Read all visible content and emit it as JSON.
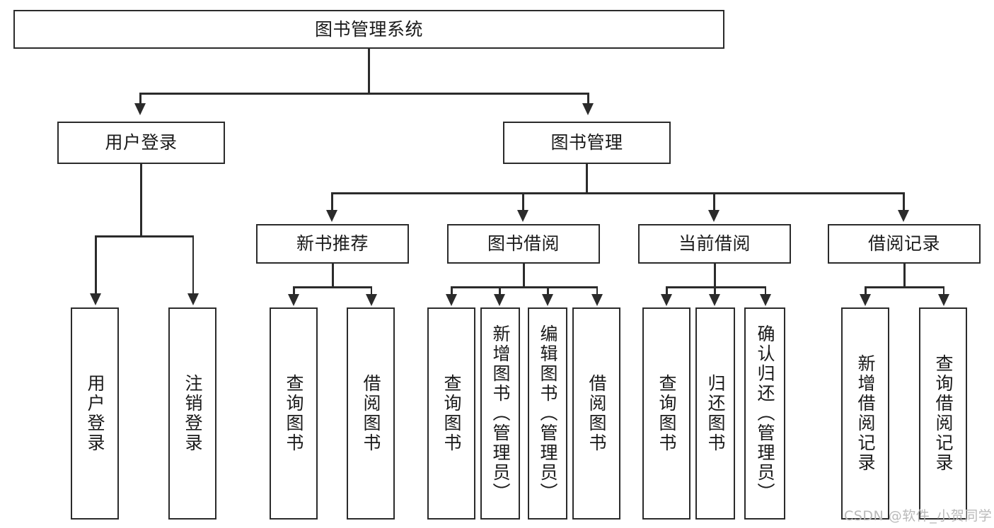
{
  "diagram": {
    "type": "tree-hierarchy-chart",
    "title": "图书管理系统",
    "root": {
      "label": "图书管理系统"
    },
    "level1": [
      {
        "id": "user-login",
        "label": "用户登录"
      },
      {
        "id": "book-management",
        "label": "图书管理"
      }
    ],
    "level2": [
      {
        "id": "new-book-recommend",
        "label": "新书推荐",
        "parent": "book-management"
      },
      {
        "id": "book-borrow",
        "label": "图书借阅",
        "parent": "book-management"
      },
      {
        "id": "current-borrow",
        "label": "当前借阅",
        "parent": "book-management"
      },
      {
        "id": "borrow-record",
        "label": "借阅记录",
        "parent": "book-management"
      }
    ],
    "leaves": {
      "user-login": [
        {
          "id": "leaf-user-login",
          "label": "用户登录"
        },
        {
          "id": "leaf-user-logout",
          "label": "注销登录"
        }
      ],
      "new-book-recommend": [
        {
          "id": "leaf-query-book-1",
          "label": "查询图书"
        },
        {
          "id": "leaf-borrow-book-1",
          "label": "借阅图书"
        }
      ],
      "book-borrow": [
        {
          "id": "leaf-query-book-2",
          "label": "查询图书"
        },
        {
          "id": "leaf-add-book",
          "label": "新增图书（管理员）"
        },
        {
          "id": "leaf-edit-book",
          "label": "编辑图书（管理员）"
        },
        {
          "id": "leaf-borrow-book-2",
          "label": "借阅图书"
        }
      ],
      "current-borrow": [
        {
          "id": "leaf-query-book-3",
          "label": "查询图书"
        },
        {
          "id": "leaf-return-book",
          "label": "归还图书"
        },
        {
          "id": "leaf-confirm-return",
          "label": "确认归还（管理员）"
        }
      ],
      "borrow-record": [
        {
          "id": "leaf-add-record",
          "label": "新增借阅记录"
        },
        {
          "id": "leaf-query-record",
          "label": "查询借阅记录"
        }
      ]
    },
    "colors": {
      "stroke": "#2b2b2b",
      "fill": "#ffffff",
      "text": "#1a1a1a",
      "watermark": "#b9b9b9"
    }
  },
  "watermark": {
    "text": "CSDN @软件_小贺同学"
  }
}
